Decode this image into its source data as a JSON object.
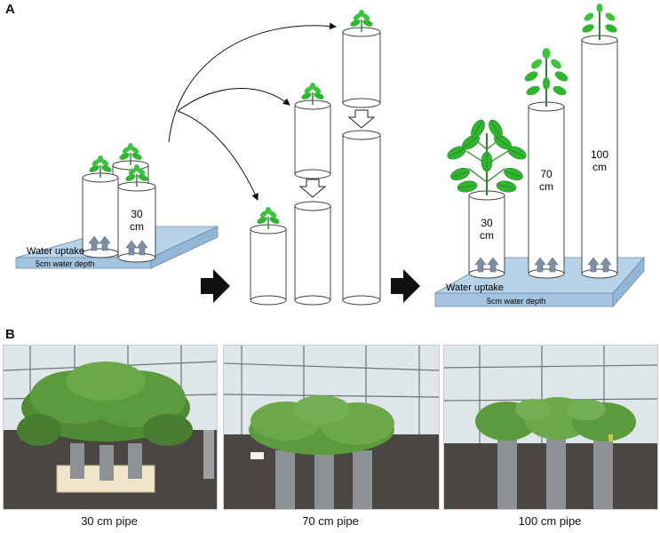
{
  "panel_a": {
    "letter": "A",
    "stage1": {
      "pipe_height": "30",
      "pipe_unit": "cm",
      "tray_label": "Water uptake",
      "tray_depth": "5cm water depth"
    },
    "stage3": {
      "pipes": [
        {
          "height": "30",
          "unit": "cm"
        },
        {
          "height": "70",
          "unit": "cm"
        },
        {
          "height": "100",
          "unit": "cm"
        }
      ],
      "tray_label": "Water uptake",
      "tray_depth": "5cm water depth"
    }
  },
  "panel_b": {
    "letter": "B",
    "photos": [
      {
        "caption": "30 cm pipe"
      },
      {
        "caption": "70 cm pipe"
      },
      {
        "caption": "100 cm pipe"
      }
    ]
  },
  "colors": {
    "tray": "#b7d3ea",
    "leaf": "#2fb52f",
    "arrow": "#7d8fa4"
  }
}
